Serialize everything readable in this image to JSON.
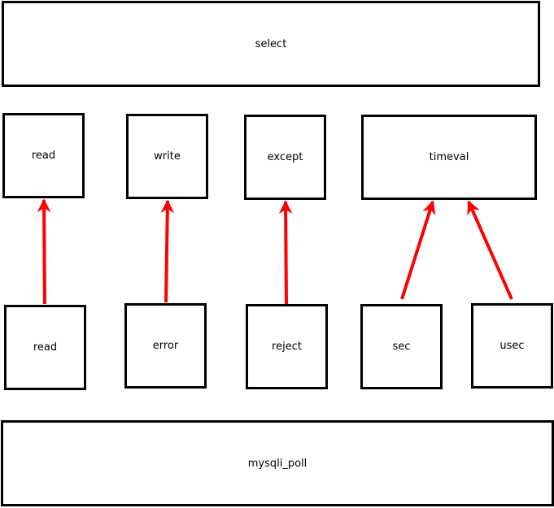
{
  "colors": {
    "arrow": "#ff0000",
    "border": "#000000",
    "background": "#ffffff"
  },
  "top": {
    "select": "select",
    "read": "read",
    "write": "write",
    "except": "except",
    "timeval": "timeval"
  },
  "bottom": {
    "read": "read",
    "error": "error",
    "reject": "reject",
    "sec": "sec",
    "usec": "usec",
    "mysqli_poll": "mysqli_poll"
  },
  "connections": [
    {
      "from": "read",
      "to": "read"
    },
    {
      "from": "error",
      "to": "write"
    },
    {
      "from": "reject",
      "to": "except"
    },
    {
      "from": "sec",
      "to": "timeval"
    },
    {
      "from": "usec",
      "to": "timeval"
    }
  ]
}
